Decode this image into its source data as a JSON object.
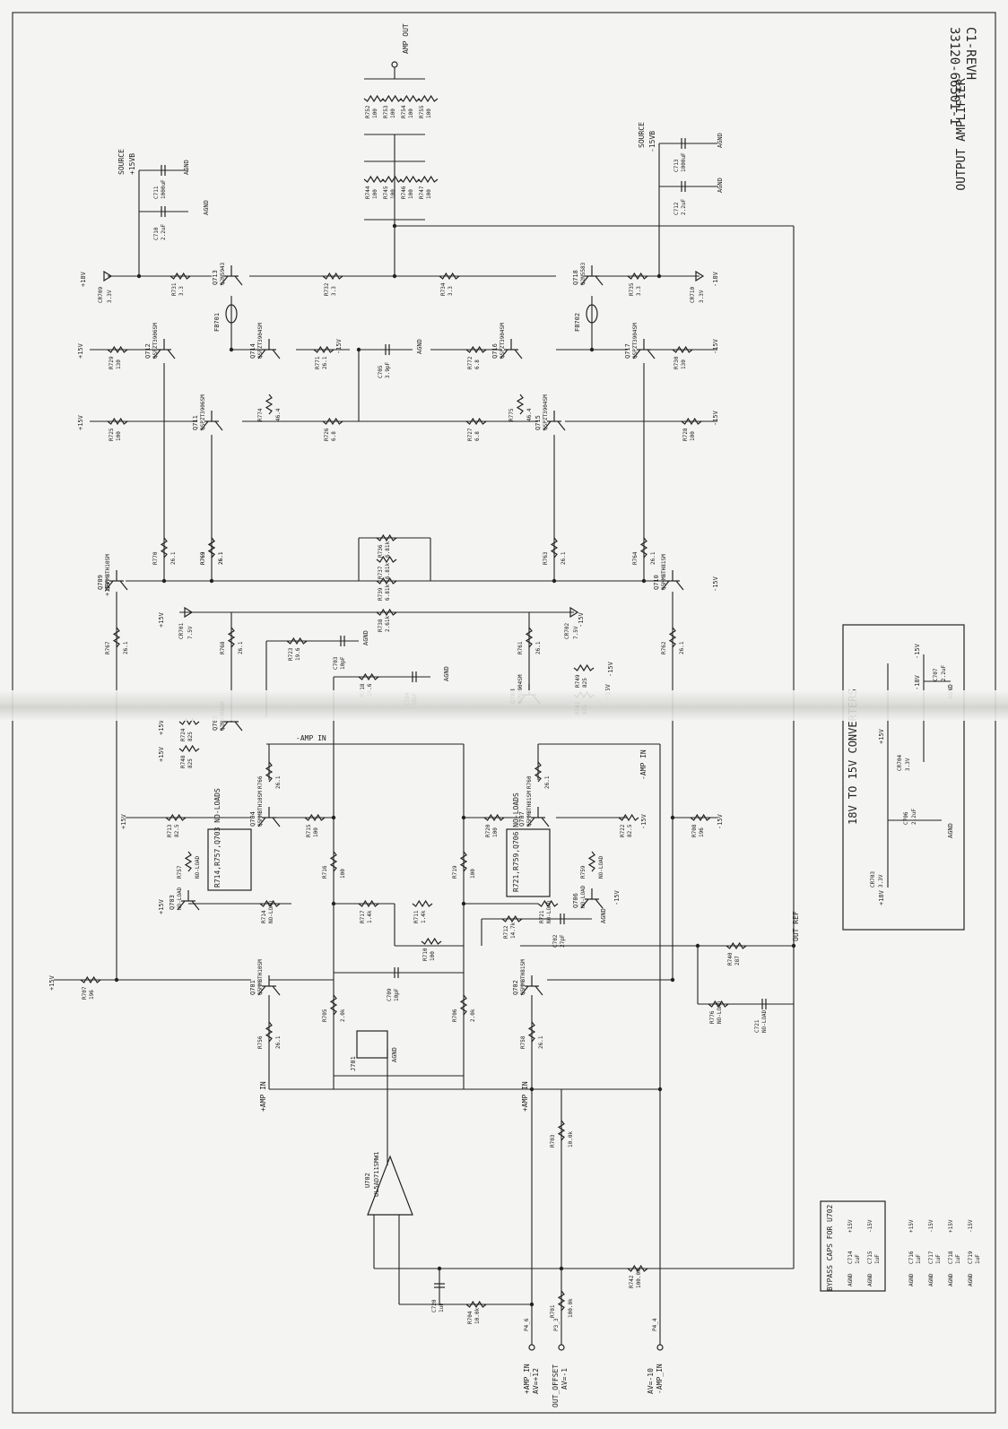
{
  "title_block": {
    "doc_number": "33120-66501-1",
    "revision": "C1-REVH",
    "sheet_title": "OUTPUT AMPLIFIER"
  },
  "nets": {
    "amp_out": "AMP OUT",
    "source": "SOURCE",
    "p15vb": "+15VB",
    "m15vb": "-15VB",
    "p15v": "+15V",
    "m15v": "-15V",
    "p18v": "+18V",
    "m18v": "-18V",
    "agnd": "AGND",
    "out_ref": "OUT REF",
    "minus_amp_in": "-AMP IN",
    "plus_amp_in": "+AMP IN"
  },
  "connectors": [
    {
      "line1": "+AMP_IN",
      "line2": "AV=+12",
      "pin": "P4_6"
    },
    {
      "line1": "OUT_OFFSET",
      "line2": "AV=-1",
      "pin": "P3_3"
    },
    {
      "line1": "AV=-10",
      "line2": "-AMP_IN",
      "pin": "P4_4"
    }
  ],
  "components": {
    "transistors": [
      {
        "ref": "Q701",
        "part": "Q5MMBTH10SM"
      },
      {
        "ref": "Q702",
        "part": "Q5MMBTH81SM"
      },
      {
        "ref": "Q703",
        "part": "NO-LOAD"
      },
      {
        "ref": "Q704",
        "part": "Q5MMBTH10SM"
      },
      {
        "ref": "Q705",
        "part": "Q2N3906SM"
      },
      {
        "ref": "Q706",
        "part": "NO-LOAD"
      },
      {
        "ref": "Q707",
        "part": "Q5MMBTH81SM"
      },
      {
        "ref": "Q708",
        "part": "Q2N3904SM"
      },
      {
        "ref": "Q709",
        "part": "Q5MMBTH10SM"
      },
      {
        "ref": "Q710",
        "part": "Q5MMBTH81SM"
      },
      {
        "ref": "Q711",
        "part": "QSPZT3906SM"
      },
      {
        "ref": "Q712",
        "part": "QSPZT3906SM"
      },
      {
        "ref": "Q713",
        "part": "Q2N5943"
      },
      {
        "ref": "Q714",
        "part": "QSPZT3904SM"
      },
      {
        "ref": "Q715",
        "part": "QSPZT3904SM"
      },
      {
        "ref": "Q716",
        "part": "QSPZT3904SM"
      },
      {
        "ref": "Q717",
        "part": "QSPZT3904SM"
      },
      {
        "ref": "Q718",
        "part": "Q2N5583"
      }
    ],
    "resistors": [
      {
        "ref": "R701",
        "value": "100.0k"
      },
      {
        "ref": "R703",
        "value": "10.0k"
      },
      {
        "ref": "R704",
        "value": "10.0k"
      },
      {
        "ref": "R705",
        "value": "2.0k"
      },
      {
        "ref": "R706",
        "value": "2.0k"
      },
      {
        "ref": "R707",
        "value": "196"
      },
      {
        "ref": "R708",
        "value": "196"
      },
      {
        "ref": "R710",
        "value": "100"
      },
      {
        "ref": "R711",
        "value": "1.4k"
      },
      {
        "ref": "R712",
        "value": "14.7k"
      },
      {
        "ref": "R713",
        "value": "82.5"
      },
      {
        "ref": "R714",
        "value": "NO-LOAD"
      },
      {
        "ref": "R715",
        "value": "100"
      },
      {
        "ref": "R716",
        "value": "100"
      },
      {
        "ref": "R717",
        "value": "1.4k"
      },
      {
        "ref": "R718",
        "value": "19.6"
      },
      {
        "ref": "R719",
        "value": "100"
      },
      {
        "ref": "R720",
        "value": "100"
      },
      {
        "ref": "R721",
        "value": "NO-LOAD"
      },
      {
        "ref": "R722",
        "value": "82.5"
      },
      {
        "ref": "R723",
        "value": "19.6"
      },
      {
        "ref": "R724",
        "value": "825"
      },
      {
        "ref": "R725",
        "value": "100"
      },
      {
        "ref": "R726",
        "value": "6.8"
      },
      {
        "ref": "R727",
        "value": "6.8"
      },
      {
        "ref": "R728",
        "value": "100"
      },
      {
        "ref": "R729",
        "value": "130"
      },
      {
        "ref": "R730",
        "value": "130"
      },
      {
        "ref": "R731",
        "value": "3.3"
      },
      {
        "ref": "R732",
        "value": "3.3"
      },
      {
        "ref": "R734",
        "value": "3.3"
      },
      {
        "ref": "R735",
        "value": "3.3"
      },
      {
        "ref": "R736",
        "value": "6.81k"
      },
      {
        "ref": "R737",
        "value": "6.81k"
      },
      {
        "ref": "R738",
        "value": "2.61k"
      },
      {
        "ref": "R739",
        "value": "6.81k"
      },
      {
        "ref": "R740",
        "value": "287"
      },
      {
        "ref": "R741",
        "value": "825"
      },
      {
        "ref": "R742",
        "value": "100.0k"
      },
      {
        "ref": "R744",
        "value": "100"
      },
      {
        "ref": "R745",
        "value": "100"
      },
      {
        "ref": "R746",
        "value": "100"
      },
      {
        "ref": "R747",
        "value": "100"
      },
      {
        "ref": "R748",
        "value": "825"
      },
      {
        "ref": "R749",
        "value": "825"
      },
      {
        "ref": "R752",
        "value": "100"
      },
      {
        "ref": "R753",
        "value": "100"
      },
      {
        "ref": "R754",
        "value": "100"
      },
      {
        "ref": "R755",
        "value": "100"
      },
      {
        "ref": "R756",
        "value": "26.1"
      },
      {
        "ref": "R757",
        "value": "NO-LOAD"
      },
      {
        "ref": "R758",
        "value": "26.1"
      },
      {
        "ref": "R759",
        "value": "NO-LOAD"
      },
      {
        "ref": "R760",
        "value": "26.1"
      },
      {
        "ref": "R761",
        "value": "26.1"
      },
      {
        "ref": "R762",
        "value": "26.1"
      },
      {
        "ref": "R763",
        "value": "26.1"
      },
      {
        "ref": "R764",
        "value": "26.1"
      },
      {
        "ref": "R765",
        "value": "26.1"
      },
      {
        "ref": "R766",
        "value": "26.1"
      },
      {
        "ref": "R767",
        "value": "26.1"
      },
      {
        "ref": "R768",
        "value": "26.1"
      },
      {
        "ref": "R769",
        "value": "26.1"
      },
      {
        "ref": "R770",
        "value": "26.1"
      },
      {
        "ref": "R771",
        "value": "26.1"
      },
      {
        "ref": "R772",
        "value": "6.8"
      },
      {
        "ref": "R774",
        "value": "46.4"
      },
      {
        "ref": "R775",
        "value": "46.4"
      },
      {
        "ref": "R776",
        "value": "NO-LOAD"
      }
    ],
    "capacitors": [
      {
        "ref": "C702",
        "value": "27pF"
      },
      {
        "ref": "C703",
        "value": "10pF"
      },
      {
        "ref": "C704",
        "value": "10pF"
      },
      {
        "ref": "C705",
        "value": "3.9pF"
      },
      {
        "ref": "C709",
        "value": "10pF"
      },
      {
        "ref": "C710",
        "value": "2.2uF"
      },
      {
        "ref": "C711",
        "value": "1000uF"
      },
      {
        "ref": "C712",
        "value": "2.2uF"
      },
      {
        "ref": "C713",
        "value": "1000uF"
      },
      {
        "ref": "C720",
        "value": "1uF"
      },
      {
        "ref": "C721",
        "value": "NO-LOAD"
      }
    ],
    "diodes": [
      {
        "ref": "CR701",
        "value": "7.5V"
      },
      {
        "ref": "CR702",
        "value": "7.5V"
      },
      {
        "ref": "CR709",
        "value": "3.3V"
      },
      {
        "ref": "CR710",
        "value": "3.3V"
      }
    ],
    "ferrites": [
      "FB701",
      "FB702"
    ],
    "jumper": "J701",
    "opamp": {
      "ref": "U702",
      "part": "UL5AD711SMW1"
    }
  },
  "notes": [
    "R714,R757,Q703 NO-LOADS",
    "R721,R759,Q706 NO-LOADS"
  ],
  "converter_box": {
    "title": "18V TO 15V CONVERTERS",
    "parts": [
      {
        "ref": "CR703",
        "value": "3.3V"
      },
      {
        "ref": "CR704",
        "value": "3.3V"
      },
      {
        "ref": "C706",
        "value": "2.2uF"
      },
      {
        "ref": "C707",
        "value": "2.2uF"
      }
    ]
  },
  "bypass_box": {
    "title": "BYPASS CAPS FOR U702",
    "rows": [
      {
        "ref": "C714",
        "value": "1uF",
        "rail": "+15V"
      },
      {
        "ref": "C715",
        "value": "1uF",
        "rail": "-15V"
      }
    ]
  },
  "bypass_extra": [
    {
      "ref": "C716",
      "value": "1uF",
      "rail": "+15V"
    },
    {
      "ref": "C717",
      "value": "1uF",
      "rail": "-15V"
    },
    {
      "ref": "C718",
      "value": "1uF",
      "rail": "+15V"
    },
    {
      "ref": "C719",
      "value": "1uF",
      "rail": "-15V"
    }
  ]
}
